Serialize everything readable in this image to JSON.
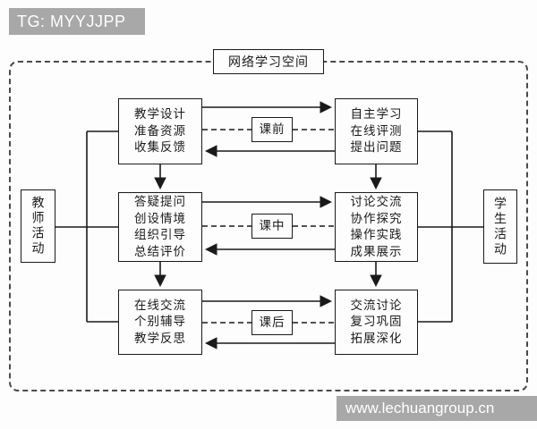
{
  "watermarks": {
    "top_left": "TG: MYYJJPP",
    "bottom_right": "www.lechuangroup.cn"
  },
  "diagram": {
    "title": "网络学习空间",
    "left_actor": "教师活动",
    "right_actor": "学生活动",
    "rows": [
      {
        "phase": "课前",
        "teacher": "教学设计\n准备资源\n收集反馈",
        "student": "自主学习\n在线评测\n提出问题"
      },
      {
        "phase": "课中",
        "teacher": "答疑提问\n创设情境\n组织引导\n总结评价",
        "student": "讨论交流\n协作探究\n操作实践\n成果展示"
      },
      {
        "phase": "课后",
        "teacher": "在线交流\n个别辅导\n教学反思",
        "student": "交流讨论\n复习巩固\n拓展深化"
      }
    ]
  },
  "colors": {
    "line": "#222222",
    "watermark_bg": "#a8a8a8",
    "watermark_text": "#ffffff"
  }
}
